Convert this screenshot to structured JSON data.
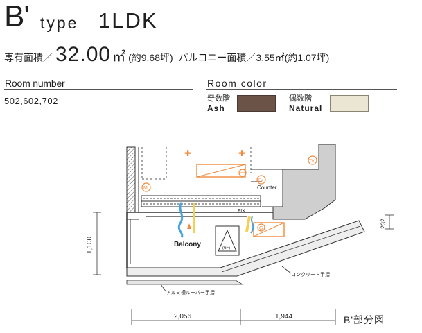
{
  "header": {
    "type_letter": "B'",
    "type_word": "type",
    "plan": "1LDK"
  },
  "area": {
    "label": "専有面積／",
    "value": "32.00",
    "unit": "㎡",
    "tsubo": "(約9.68坪)",
    "balcony_label": "バルコニー面積／",
    "balcony_value": "3.55㎡",
    "balcony_tsubo": "(約1.07坪)"
  },
  "room_number": {
    "title": "Room number",
    "value": "502,602,702"
  },
  "room_color": {
    "title": "Room color",
    "odd_floor_label": "奇数階",
    "odd_color": "Ash",
    "odd_color_hex": "#6b5347",
    "even_floor_label": "偶数階",
    "even_color": "Natural",
    "even_color_hex": "#ebe5d3"
  },
  "plan_labels": {
    "counter": "Counter",
    "fix": "FIX",
    "balcony": "Balcony",
    "unit_note": "(6F)",
    "concrete_handrail": "コンクリート手摺",
    "aluminum_louver": "アルミ横ルーバー手摺",
    "partial_view": "B'部分図",
    "tv_symbol": "TV",
    "m_symbol": "M",
    "g_symbol": "G"
  },
  "dimensions": {
    "height_left": "1,100",
    "height_right": "232",
    "width_left": "2,056",
    "width_right": "1,944"
  },
  "accent_colors": {
    "orange": "#f08a3c",
    "blue": "#4aa3d8",
    "yellow": "#f6cf55"
  }
}
